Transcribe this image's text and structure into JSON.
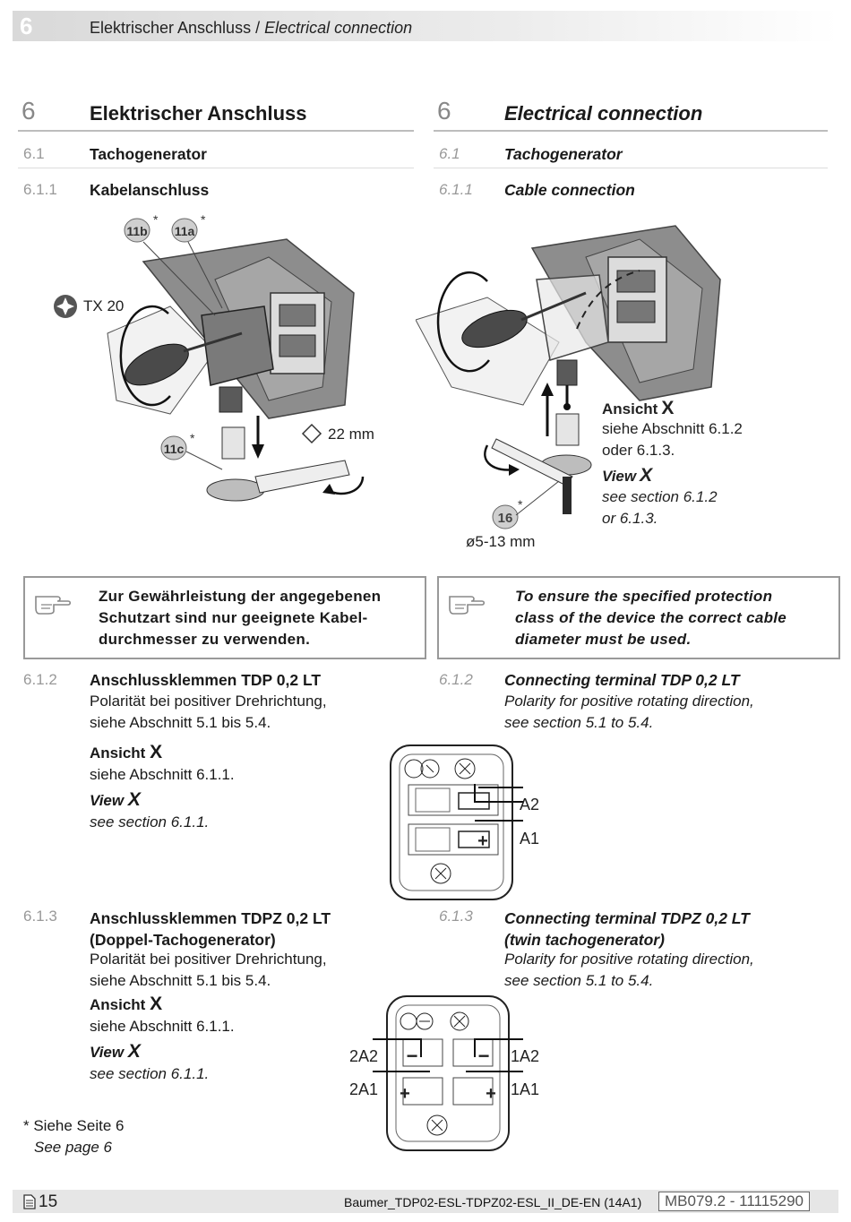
{
  "header": {
    "number": "6",
    "title_de": "Elektrischer Anschluss",
    "title_sep": " / ",
    "title_en": "Electrical connection"
  },
  "left": {
    "section_num": "6",
    "section_title": "Elektrischer Anschluss",
    "sub1_num": "6.1",
    "sub1_title": "Tachogenerator",
    "sub11_num": "6.1.1",
    "sub11_title": "Kabelanschluss",
    "note": "Zur Gewährleistung der angegebenen Schutzart sind nur geeignete Kabel-durchmesser zu verwenden.",
    "note_lines": [
      "Zur Gewährleistung der angegebenen",
      "Schutzart sind nur geeignete Kabel-",
      "durchmesser zu verwenden."
    ],
    "sub12_num": "6.1.2",
    "sub12_title": "Anschlussklemmen TDP 0,2 LT",
    "sub12_lines": [
      "Polarität bei positiver Drehrichtung,",
      "siehe Abschnitt 5.1 bis 5.4."
    ],
    "sub12_ansicht": "Ansicht",
    "sub12_x": "X",
    "sub12_siehe": "siehe Abschnitt 6.1.1.",
    "sub12_view": "View",
    "sub12_vx": "X",
    "sub12_see": "see section 6.1.1.",
    "sub13_num": "6.1.3",
    "sub13_title": [
      "Anschlussklemmen TDPZ 0,2 LT",
      "(Doppel-Tachogenerator)"
    ],
    "sub13_lines": [
      "Polarität bei positiver Drehrichtung,",
      "siehe Abschnitt 5.1 bis 5.4."
    ],
    "sub13_ansicht": "Ansicht",
    "sub13_x": "X",
    "sub13_siehe": "siehe Abschnitt 6.1.1.",
    "sub13_view": "View",
    "sub13_vx": "X",
    "sub13_see": "see section 6.1.1.",
    "footnote_de": "* Siehe Seite 6",
    "footnote_en": "See page 6"
  },
  "right": {
    "section_num": "6",
    "section_title": "Electrical connection",
    "sub1_num": "6.1",
    "sub1_title": "Tachogenerator",
    "sub11_num": "6.1.1",
    "sub11_title": "Cable connection",
    "note_lines": [
      "To ensure the specified protection",
      "class of the device the correct cable",
      "diameter must be used."
    ],
    "sub12_num": "6.1.2",
    "sub12_title": "Connecting terminal TDP 0,2 LT",
    "sub12_lines": [
      "Polarity for positive rotating direction,",
      "see section 5.1 to 5.4."
    ],
    "sub13_num": "6.1.3",
    "sub13_title": [
      "Connecting terminal TDPZ 0,2 LT",
      "(twin tachogenerator)"
    ],
    "sub13_lines": [
      "Polarity for positive rotating direction,",
      "see section 5.1 to 5.4."
    ]
  },
  "figure_left": {
    "label_11b": "11b",
    "label_11a": "11a",
    "label_11c": "11c",
    "star": "*",
    "tool": "TX 20",
    "wrench": "22 mm"
  },
  "figure_right": {
    "label_16": "16",
    "star": "*",
    "diameter": "ø5-13 mm",
    "ansicht": "Ansicht",
    "x": "X",
    "siehe1": "siehe Abschnitt 6.1.2",
    "siehe2": "oder 6.1.3.",
    "view": "View",
    "vx": "X",
    "see1": "see section 6.1.2",
    "see2": "or 6.1.3."
  },
  "terminal1": {
    "a2": "A2",
    "a1": "A1",
    "plus": "+"
  },
  "terminal2": {
    "l2a2": "2A2",
    "l2a1": "2A1",
    "r1a2": "1A2",
    "r1a1": "1A1",
    "minus": "−",
    "plus": "+"
  },
  "footer": {
    "page": "15",
    "doc": "Baumer_TDP02-ESL-TDPZ02-ESL_II_DE-EN (14A1)",
    "id": "MB079.2 - 11115290"
  }
}
